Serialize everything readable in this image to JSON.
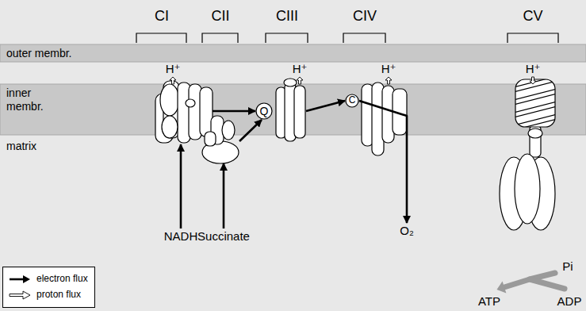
{
  "diagram": {
    "nodes": [
      {
        "text": [
          "CI"
        ]
      },
      {
        "text": [
          "CII"
        ]
      },
      {
        "text": [
          "CIII"
        ]
      },
      {
        "text": [
          "CIV"
        ]
      },
      {
        "text": [
          "CV"
        ]
      },
      {
        "text": [
          "outer membr."
        ]
      },
      {
        "text": [
          "inner membr."
        ]
      },
      {
        "text": [
          "Q"
        ]
      },
      {
        "text": [
          "C"
        ]
      },
      {
        "text": [
          "NADH"
        ]
      },
      {
        "text": [
          "Succinate"
        ]
      },
      {
        "text": [
          "O₂"
        ]
      }
    ],
    "edges": [
      {
        "from": 9,
        "to": 0,
        "arrow": "to"
      },
      {
        "from": 0,
        "to": 7,
        "arrow": "to"
      },
      {
        "from": 10,
        "to": 1,
        "arrow": "to"
      },
      {
        "from": 1,
        "to": 7,
        "arrow": "to"
      },
      {
        "from": 2,
        "to": 8,
        "arrow": "to"
      },
      {
        "from": 8,
        "to": 11,
        "arrow": "to"
      }
    ],
    "labels": [
      "H⁺",
      "H⁺",
      "H⁺",
      "H⁺",
      "matrix",
      "Pi",
      "ATP",
      "ADP"
    ],
    "legend": [
      {
        "text": "electron flux"
      },
      {
        "text": "proton flux"
      }
    ]
  }
}
